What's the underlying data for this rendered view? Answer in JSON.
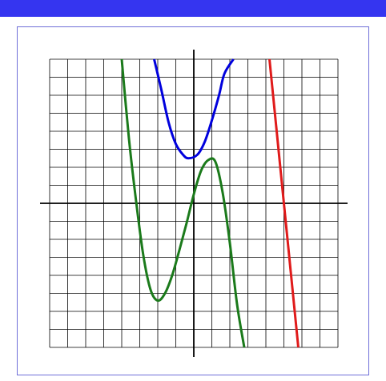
{
  "window": {
    "title_bar_color": "#3535f0",
    "panel_border_color": "#6f6fd8"
  },
  "chart_data": {
    "type": "line",
    "title": "",
    "xlabel": "",
    "ylabel": "",
    "grid": true,
    "xlim": [
      -8,
      8
    ],
    "ylim": [
      -8,
      8
    ],
    "series": [
      {
        "color": "#0000dd",
        "x": [
          -2.2,
          -1.8,
          -1.4,
          -1.0,
          -0.6,
          -0.3,
          0.2,
          0.6,
          1.0,
          1.4,
          1.7,
          2.2
        ],
        "y": [
          8.0,
          6.3,
          4.5,
          3.3,
          2.7,
          2.5,
          2.7,
          3.4,
          4.6,
          6.0,
          7.2,
          8.0
        ]
      },
      {
        "color": "#1b7a1b",
        "x": [
          -4.0,
          -3.6,
          -3.2,
          -2.8,
          -2.4,
          -2.0,
          -1.6,
          -1.2,
          -0.8,
          -0.4,
          0.0,
          0.4,
          0.8,
          1.2,
          1.6,
          2.0,
          2.4,
          2.8
        ],
        "y": [
          8.0,
          3.6,
          0.1,
          -2.9,
          -4.8,
          -5.4,
          -5.0,
          -4.0,
          -2.6,
          -1.1,
          0.5,
          1.8,
          2.4,
          2.3,
          0.6,
          -2.2,
          -5.6,
          -8.0
        ]
      },
      {
        "color": "#e01b1b",
        "x": [
          4.2,
          5.8
        ],
        "y": [
          8.0,
          -8.0
        ]
      }
    ]
  }
}
